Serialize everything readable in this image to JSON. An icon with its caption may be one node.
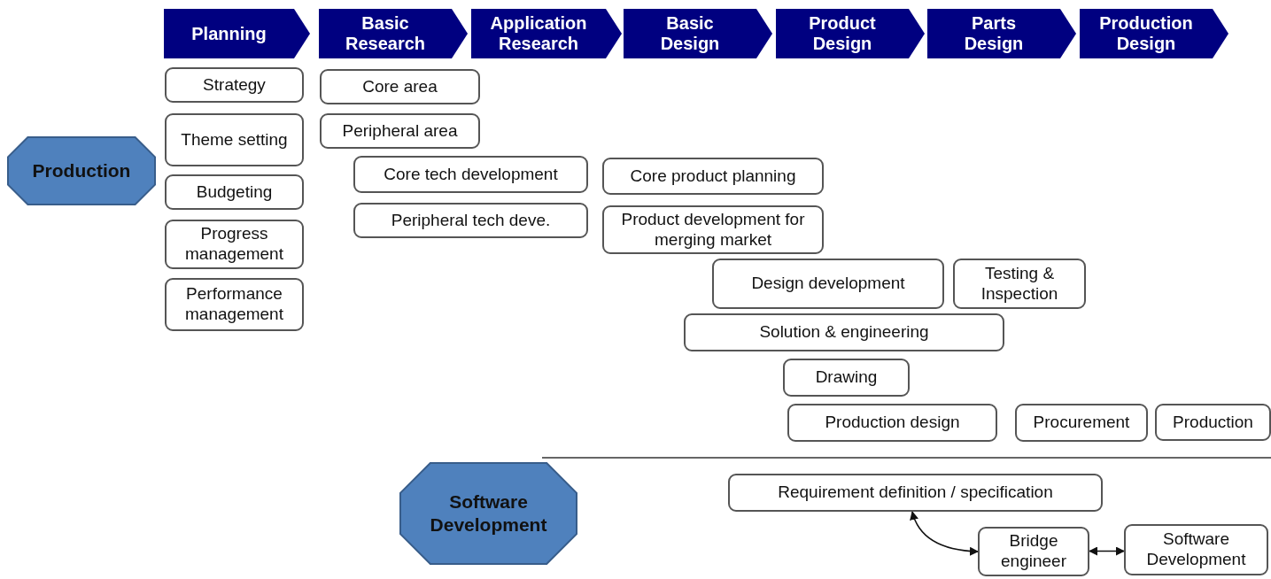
{
  "diagram": {
    "nodes": [
      {
        "text": [
          "Planning"
        ]
      },
      {
        "text": [
          "Basic Research"
        ]
      },
      {
        "text": [
          "Application Research"
        ]
      },
      {
        "text": [
          "Basic Design"
        ]
      },
      {
        "text": [
          "Product Design"
        ]
      },
      {
        "text": [
          "Parts Design"
        ]
      },
      {
        "text": [
          "Production Design"
        ]
      },
      {
        "text": [
          "Production"
        ]
      },
      {
        "text": [
          "Strategy"
        ]
      },
      {
        "text": [
          "Theme setting"
        ]
      },
      {
        "text": [
          "Budgeting"
        ]
      },
      {
        "text": [
          "Progress management"
        ]
      },
      {
        "text": [
          "Performance management"
        ]
      },
      {
        "text": [
          "Core area"
        ]
      },
      {
        "text": [
          "Peripheral area"
        ]
      },
      {
        "text": [
          "Core tech development"
        ]
      },
      {
        "text": [
          "Peripheral tech deve."
        ]
      },
      {
        "text": [
          "Core product planning"
        ]
      },
      {
        "text": [
          "Product development for merging market"
        ]
      },
      {
        "text": [
          "Design development"
        ]
      },
      {
        "text": [
          "Testing & Inspection"
        ]
      },
      {
        "text": [
          "Solution & engineering"
        ]
      },
      {
        "text": [
          "Drawing"
        ]
      },
      {
        "text": [
          "Production design"
        ]
      },
      {
        "text": [
          "Procurement"
        ]
      },
      {
        "text": [
          "Production"
        ]
      },
      {
        "text": [
          "Software Development"
        ]
      },
      {
        "text": [
          "Requirement definition / specification"
        ]
      },
      {
        "text": [
          "Bridge engineer"
        ]
      },
      {
        "text": [
          "Software Development"
        ]
      }
    ],
    "edges": [
      {
        "from": 27,
        "to": 28,
        "arrow": "both"
      },
      {
        "from": 28,
        "to": 29,
        "arrow": "both"
      }
    ]
  }
}
